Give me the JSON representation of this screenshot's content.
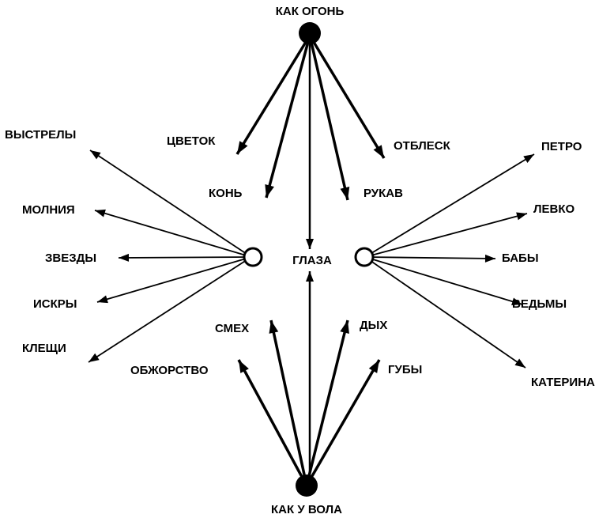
{
  "colors": {
    "ink": "#000000",
    "paper": "#ffffff"
  },
  "hubs": {
    "top": "КАК ОГОНЬ",
    "bottom": "КАК У ВОЛА"
  },
  "center": "ГЛАЗА",
  "top_group": [
    "ЦВЕТОК",
    "КОНЬ",
    "РУКАВ",
    "ОТБЛЕСК"
  ],
  "bottom_group": [
    "СМЕХ",
    "ОБЖОРСТВО",
    "ДЫХ",
    "ГУБЫ"
  ],
  "left_group": [
    "ВЫСТРЕЛЫ",
    "МОЛНИЯ",
    "ЗВЕЗДЫ",
    "ИСКРЫ",
    "КЛЕЩИ"
  ],
  "right_group": [
    "ПЕТРО",
    "ЛЕВКО",
    "БАБЫ",
    "ВЕДЬМЫ",
    "КАТЕРИНА"
  ]
}
